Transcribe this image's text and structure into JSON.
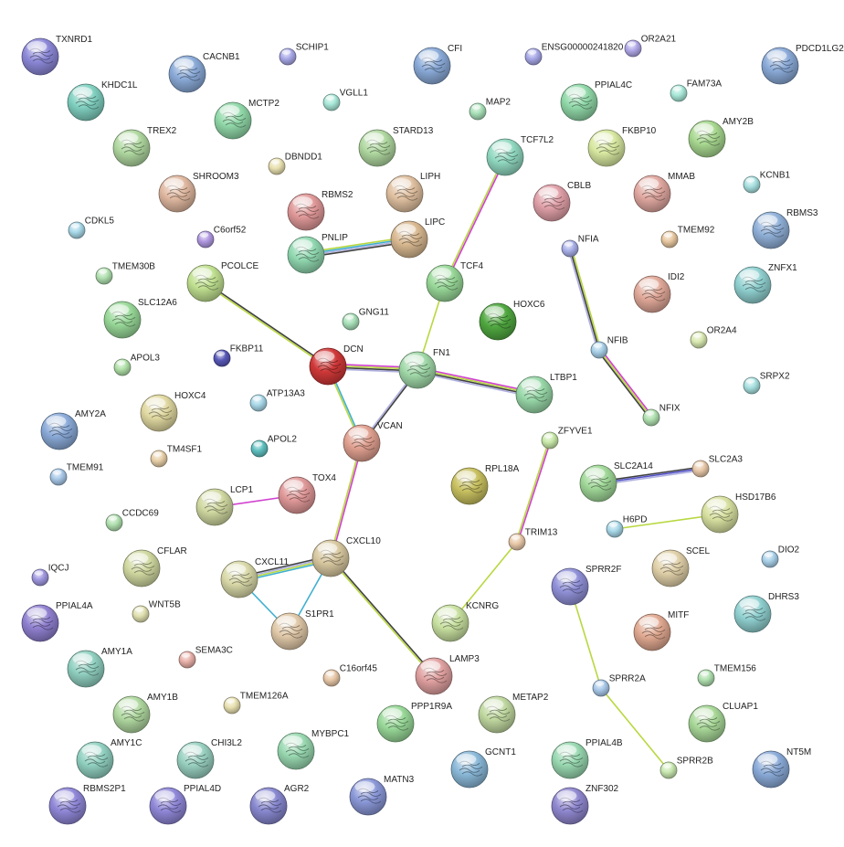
{
  "network": {
    "nodes": [
      {
        "id": "TXNRD1",
        "label": "TXNRD1",
        "color": "#8c88d8",
        "size": "large",
        "fill": "structure"
      },
      {
        "id": "CACNB1",
        "label": "CACNB1",
        "color": "#8aaad8",
        "size": "large",
        "fill": "structure"
      },
      {
        "id": "SCHIP1",
        "label": "SCHIP1",
        "color": "#a8a8e8",
        "size": "small",
        "fill": "plain"
      },
      {
        "id": "CFI",
        "label": "CFI",
        "color": "#8aaad8",
        "size": "large",
        "fill": "structure"
      },
      {
        "id": "ENSG00000241820",
        "label": "ENSG00000241820",
        "color": "#a8a8e8",
        "size": "small",
        "fill": "plain"
      },
      {
        "id": "OR2A21",
        "label": "OR2A21",
        "color": "#b0a8e8",
        "size": "small",
        "fill": "plain"
      },
      {
        "id": "PDCD1LG2",
        "label": "PDCD1LG2",
        "color": "#8aaad8",
        "size": "large",
        "fill": "structure"
      },
      {
        "id": "KHDC1L",
        "label": "KHDC1L",
        "color": "#80d0c0",
        "size": "large",
        "fill": "structure"
      },
      {
        "id": "MCTP2",
        "label": "MCTP2",
        "color": "#90d8a8",
        "size": "large",
        "fill": "structure"
      },
      {
        "id": "VGLL1",
        "label": "VGLL1",
        "color": "#a8e8d8",
        "size": "small",
        "fill": "plain"
      },
      {
        "id": "MAP2",
        "label": "MAP2",
        "color": "#a8e0b8",
        "size": "small",
        "fill": "plain"
      },
      {
        "id": "PPIAL4C",
        "label": "PPIAL4C",
        "color": "#90d8a8",
        "size": "large",
        "fill": "structure"
      },
      {
        "id": "FAM73A",
        "label": "FAM73A",
        "color": "#a8e8d8",
        "size": "small",
        "fill": "plain"
      },
      {
        "id": "TREX2",
        "label": "TREX2",
        "color": "#b0d8a0",
        "size": "large",
        "fill": "structure"
      },
      {
        "id": "STARD13",
        "label": "STARD13",
        "color": "#b0d8a0",
        "size": "large",
        "fill": "structure"
      },
      {
        "id": "TCF7L2",
        "label": "TCF7L2",
        "color": "#90d8c0",
        "size": "large",
        "fill": "structure"
      },
      {
        "id": "FKBP10",
        "label": "FKBP10",
        "color": "#d8e8a0",
        "size": "large",
        "fill": "structure"
      },
      {
        "id": "AMY2B",
        "label": "AMY2B",
        "color": "#a8d890",
        "size": "large",
        "fill": "structure"
      },
      {
        "id": "DBNDD1",
        "label": "DBNDD1",
        "color": "#e8e0b0",
        "size": "small",
        "fill": "plain"
      },
      {
        "id": "SHROOM3",
        "label": "SHROOM3",
        "color": "#e0b8a0",
        "size": "large",
        "fill": "structure"
      },
      {
        "id": "LIPH",
        "label": "LIPH",
        "color": "#e0c0a0",
        "size": "large",
        "fill": "structure"
      },
      {
        "id": "CBLB",
        "label": "CBLB",
        "color": "#e0a0a8",
        "size": "large",
        "fill": "structure"
      },
      {
        "id": "MMAB",
        "label": "MMAB",
        "color": "#e0a8a0",
        "size": "large",
        "fill": "structure"
      },
      {
        "id": "KCNB1",
        "label": "KCNB1",
        "color": "#a8e0e0",
        "size": "small",
        "fill": "plain"
      },
      {
        "id": "RBMS2",
        "label": "RBMS2",
        "color": "#e09898",
        "size": "large",
        "fill": "structure"
      },
      {
        "id": "CDKL5",
        "label": "CDKL5",
        "color": "#a8d8e8",
        "size": "small",
        "fill": "plain"
      },
      {
        "id": "C6orf52",
        "label": "C6orf52",
        "color": "#b098e0",
        "size": "small",
        "fill": "plain"
      },
      {
        "id": "PNLIP",
        "label": "PNLIP",
        "color": "#90d8b0",
        "size": "large",
        "fill": "structure"
      },
      {
        "id": "LIPC",
        "label": "LIPC",
        "color": "#d8b890",
        "size": "large",
        "fill": "structure"
      },
      {
        "id": "NFIA",
        "label": "NFIA",
        "color": "#a8b0e8",
        "size": "small",
        "fill": "plain"
      },
      {
        "id": "TMEM92",
        "label": "TMEM92",
        "color": "#e8c8a0",
        "size": "small",
        "fill": "plain"
      },
      {
        "id": "RBMS3",
        "label": "RBMS3",
        "color": "#90b0d8",
        "size": "large",
        "fill": "structure"
      },
      {
        "id": "TMEM30B",
        "label": "TMEM30B",
        "color": "#b0e0b0",
        "size": "small",
        "fill": "plain"
      },
      {
        "id": "PCOLCE",
        "label": "PCOLCE",
        "color": "#c0e090",
        "size": "large",
        "fill": "structure"
      },
      {
        "id": "TCF4",
        "label": "TCF4",
        "color": "#98d898",
        "size": "large",
        "fill": "structure"
      },
      {
        "id": "IDI2",
        "label": "IDI2",
        "color": "#e0a898",
        "size": "large",
        "fill": "structure"
      },
      {
        "id": "ZNFX1",
        "label": "ZNFX1",
        "color": "#90d0d0",
        "size": "large",
        "fill": "structure"
      },
      {
        "id": "SLC12A6",
        "label": "SLC12A6",
        "color": "#98d898",
        "size": "large",
        "fill": "structure"
      },
      {
        "id": "GNG11",
        "label": "GNG11",
        "color": "#a8e0b8",
        "size": "small",
        "fill": "plain"
      },
      {
        "id": "HOXC6",
        "label": "HOXC6",
        "color": "#50a840",
        "size": "large",
        "fill": "structure"
      },
      {
        "id": "OR2A4",
        "label": "OR2A4",
        "color": "#d8e8b0",
        "size": "small",
        "fill": "plain"
      },
      {
        "id": "APOL3",
        "label": "APOL3",
        "color": "#b0e0a8",
        "size": "small",
        "fill": "plain"
      },
      {
        "id": "FKBP11",
        "label": "FKBP11",
        "color": "#5858b8",
        "size": "small",
        "fill": "plain"
      },
      {
        "id": "DCN",
        "label": "DCN",
        "color": "#d03838",
        "size": "large",
        "fill": "structure"
      },
      {
        "id": "FN1",
        "label": "FN1",
        "color": "#a0d8a8",
        "size": "large",
        "fill": "structure"
      },
      {
        "id": "NFIB",
        "label": "NFIB",
        "color": "#a8d0e8",
        "size": "small",
        "fill": "plain"
      },
      {
        "id": "LTBP1",
        "label": "LTBP1",
        "color": "#98d8a8",
        "size": "large",
        "fill": "structure"
      },
      {
        "id": "SRPX2",
        "label": "SRPX2",
        "color": "#a8e0e0",
        "size": "small",
        "fill": "plain"
      },
      {
        "id": "AMY2A",
        "label": "AMY2A",
        "color": "#8aaad8",
        "size": "large",
        "fill": "structure"
      },
      {
        "id": "HOXC4",
        "label": "HOXC4",
        "color": "#e0d8a0",
        "size": "large",
        "fill": "structure"
      },
      {
        "id": "ATP13A3",
        "label": "ATP13A3",
        "color": "#a8d8e8",
        "size": "small",
        "fill": "plain"
      },
      {
        "id": "NFIX",
        "label": "NFIX",
        "color": "#b0e0b0",
        "size": "small",
        "fill": "plain"
      },
      {
        "id": "VCAN",
        "label": "VCAN",
        "color": "#e0a090",
        "size": "large",
        "fill": "structure"
      },
      {
        "id": "ZFYVE1",
        "label": "ZFYVE1",
        "color": "#c8e8a8",
        "size": "small",
        "fill": "plain"
      },
      {
        "id": "TM4SF1",
        "label": "TM4SF1",
        "color": "#e8d0a8",
        "size": "small",
        "fill": "plain"
      },
      {
        "id": "APOL2",
        "label": "APOL2",
        "color": "#60c0c0",
        "size": "small",
        "fill": "plain"
      },
      {
        "id": "TMEM91",
        "label": "TMEM91",
        "color": "#a8c8e8",
        "size": "small",
        "fill": "plain"
      },
      {
        "id": "RPL18A",
        "label": "RPL18A",
        "color": "#c8c060",
        "size": "large",
        "fill": "structure"
      },
      {
        "id": "SLC2A14",
        "label": "SLC2A14",
        "color": "#a0d898",
        "size": "large",
        "fill": "structure"
      },
      {
        "id": "SLC2A3",
        "label": "SLC2A3",
        "color": "#e8c8a8",
        "size": "small",
        "fill": "plain"
      },
      {
        "id": "LCP1",
        "label": "LCP1",
        "color": "#d0d8a0",
        "size": "large",
        "fill": "structure"
      },
      {
        "id": "TOX4",
        "label": "TOX4",
        "color": "#e09898",
        "size": "large",
        "fill": "structure"
      },
      {
        "id": "HSD17B6",
        "label": "HSD17B6",
        "color": "#d8e0a0",
        "size": "large",
        "fill": "structure"
      },
      {
        "id": "CCDC69",
        "label": "CCDC69",
        "color": "#b0e0b0",
        "size": "small",
        "fill": "plain"
      },
      {
        "id": "H6PD",
        "label": "H6PD",
        "color": "#a8d8e8",
        "size": "small",
        "fill": "plain"
      },
      {
        "id": "TRIM13",
        "label": "TRIM13",
        "color": "#e8c8a8",
        "size": "small",
        "fill": "plain"
      },
      {
        "id": "CXCL10",
        "label": "CXCL10",
        "color": "#d8c8a0",
        "size": "large",
        "fill": "structure"
      },
      {
        "id": "CFLAR",
        "label": "CFLAR",
        "color": "#d0d8a0",
        "size": "large",
        "fill": "structure"
      },
      {
        "id": "SCEL",
        "label": "SCEL",
        "color": "#e0d0a8",
        "size": "large",
        "fill": "structure"
      },
      {
        "id": "DIO2",
        "label": "DIO2",
        "color": "#a8d0e8",
        "size": "small",
        "fill": "plain"
      },
      {
        "id": "IQCJ",
        "label": "IQCJ",
        "color": "#a098e0",
        "size": "small",
        "fill": "plain"
      },
      {
        "id": "CXCL11",
        "label": "CXCL11",
        "color": "#d8d8a8",
        "size": "large",
        "fill": "structure"
      },
      {
        "id": "SPRR2F",
        "label": "SPRR2F",
        "color": "#9090d8",
        "size": "large",
        "fill": "structure"
      },
      {
        "id": "PPIAL4A",
        "label": "PPIAL4A",
        "color": "#9080d0",
        "size": "large",
        "fill": "structure"
      },
      {
        "id": "WNT5B",
        "label": "WNT5B",
        "color": "#e0e0b0",
        "size": "small",
        "fill": "plain"
      },
      {
        "id": "S1PR1",
        "label": "S1PR1",
        "color": "#e0c8a8",
        "size": "large",
        "fill": "structure"
      },
      {
        "id": "KCNRG",
        "label": "KCNRG",
        "color": "#c8e0a0",
        "size": "large",
        "fill": "structure"
      },
      {
        "id": "DHRS3",
        "label": "DHRS3",
        "color": "#90d0d0",
        "size": "large",
        "fill": "structure"
      },
      {
        "id": "MITF",
        "label": "MITF",
        "color": "#e0a890",
        "size": "large",
        "fill": "structure"
      },
      {
        "id": "AMY1A",
        "label": "AMY1A",
        "color": "#90d0c0",
        "size": "large",
        "fill": "structure"
      },
      {
        "id": "SEMA3C",
        "label": "SEMA3C",
        "color": "#e8b0a8",
        "size": "small",
        "fill": "plain"
      },
      {
        "id": "C16orf45",
        "label": "C16orf45",
        "color": "#e8c8a8",
        "size": "small",
        "fill": "plain"
      },
      {
        "id": "LAMP3",
        "label": "LAMP3",
        "color": "#e0a0a0",
        "size": "large",
        "fill": "structure"
      },
      {
        "id": "SPRR2A",
        "label": "SPRR2A",
        "color": "#a8c8e8",
        "size": "small",
        "fill": "plain"
      },
      {
        "id": "TMEM156",
        "label": "TMEM156",
        "color": "#b0e0b0",
        "size": "small",
        "fill": "plain"
      },
      {
        "id": "AMY1B",
        "label": "AMY1B",
        "color": "#b0d8a0",
        "size": "large",
        "fill": "structure"
      },
      {
        "id": "TMEM126A",
        "label": "TMEM126A",
        "color": "#e8e0b0",
        "size": "small",
        "fill": "plain"
      },
      {
        "id": "PPP1R9A",
        "label": "PPP1R9A",
        "color": "#98d898",
        "size": "large",
        "fill": "structure"
      },
      {
        "id": "METAP2",
        "label": "METAP2",
        "color": "#c0d8a0",
        "size": "large",
        "fill": "structure"
      },
      {
        "id": "CLUAP1",
        "label": "CLUAP1",
        "color": "#a8d898",
        "size": "large",
        "fill": "structure"
      },
      {
        "id": "MYBPC1",
        "label": "MYBPC1",
        "color": "#98d8b0",
        "size": "large",
        "fill": "structure"
      },
      {
        "id": "AMY1C",
        "label": "AMY1C",
        "color": "#90d0c0",
        "size": "large",
        "fill": "structure"
      },
      {
        "id": "CHI3L2",
        "label": "CHI3L2",
        "color": "#98d0c0",
        "size": "large",
        "fill": "structure"
      },
      {
        "id": "GCNT1",
        "label": "GCNT1",
        "color": "#8ab8d8",
        "size": "large",
        "fill": "structure"
      },
      {
        "id": "PPIAL4B",
        "label": "PPIAL4B",
        "color": "#98d8b0",
        "size": "large",
        "fill": "structure"
      },
      {
        "id": "SPRR2B",
        "label": "SPRR2B",
        "color": "#c8e8b0",
        "size": "small",
        "fill": "plain"
      },
      {
        "id": "NT5M",
        "label": "NT5M",
        "color": "#8aaad8",
        "size": "large",
        "fill": "structure"
      },
      {
        "id": "RBMS2P1",
        "label": "RBMS2P1",
        "color": "#9088d8",
        "size": "large",
        "fill": "structure"
      },
      {
        "id": "PPIAL4D",
        "label": "PPIAL4D",
        "color": "#9088d8",
        "size": "large",
        "fill": "structure"
      },
      {
        "id": "AGR2",
        "label": "AGR2",
        "color": "#8888d0",
        "size": "large",
        "fill": "structure"
      },
      {
        "id": "MATN3",
        "label": "MATN3",
        "color": "#8a98d8",
        "size": "large",
        "fill": "structure"
      },
      {
        "id": "ZNF302",
        "label": "ZNF302",
        "color": "#9088d0",
        "size": "large",
        "fill": "structure"
      }
    ],
    "edges": [
      {
        "source": "PNLIP",
        "target": "LIPC",
        "colors": [
          "#b8d840",
          "#40b0d0",
          "#b0b0e0",
          "#404040"
        ]
      },
      {
        "source": "TCF7L2",
        "target": "TCF4",
        "colors": [
          "#d040d0",
          "#b8d840"
        ]
      },
      {
        "source": "NFIA",
        "target": "NFIB",
        "colors": [
          "#b8d840",
          "#404040",
          "#b0b0e0"
        ]
      },
      {
        "source": "NFIB",
        "target": "NFIX",
        "colors": [
          "#d040d0",
          "#b8d840",
          "#404040"
        ]
      },
      {
        "source": "PCOLCE",
        "target": "DCN",
        "colors": [
          "#404040",
          "#b8d840"
        ]
      },
      {
        "source": "TCF4",
        "target": "FN1",
        "colors": [
          "#b8d840"
        ]
      },
      {
        "source": "DCN",
        "target": "FN1",
        "colors": [
          "#d040d0",
          "#b8d840",
          "#404040",
          "#b0b0e0"
        ]
      },
      {
        "source": "FN1",
        "target": "LTBP1",
        "colors": [
          "#d040d0",
          "#b8d840",
          "#404040",
          "#b0b0e0"
        ]
      },
      {
        "source": "DCN",
        "target": "VCAN",
        "colors": [
          "#40b0d0",
          "#b8d840"
        ]
      },
      {
        "source": "FN1",
        "target": "VCAN",
        "colors": [
          "#404040",
          "#b0b0e0"
        ]
      },
      {
        "source": "VCAN",
        "target": "CXCL10",
        "colors": [
          "#d040d0",
          "#b8d840"
        ]
      },
      {
        "source": "LCP1",
        "target": "TOX4",
        "colors": [
          "#d040d0"
        ]
      },
      {
        "source": "SLC2A14",
        "target": "SLC2A3",
        "colors": [
          "#404040",
          "#5050c8",
          "#b0b0e0"
        ]
      },
      {
        "source": "H6PD",
        "target": "HSD17B6",
        "colors": [
          "#b8d840"
        ]
      },
      {
        "source": "ZFYVE1",
        "target": "TRIM13",
        "colors": [
          "#d040d0",
          "#b8d840"
        ]
      },
      {
        "source": "TRIM13",
        "target": "KCNRG",
        "colors": [
          "#b8d840"
        ]
      },
      {
        "source": "CXCL11",
        "target": "CXCL10",
        "colors": [
          "#404040",
          "#b0b0e0",
          "#b8d840",
          "#40b0d0"
        ]
      },
      {
        "source": "CXCL11",
        "target": "S1PR1",
        "colors": [
          "#40b0d0"
        ]
      },
      {
        "source": "CXCL10",
        "target": "S1PR1",
        "colors": [
          "#40b0d0"
        ]
      },
      {
        "source": "CXCL10",
        "target": "LAMP3",
        "colors": [
          "#404040",
          "#b8d840"
        ]
      },
      {
        "source": "SPRR2F",
        "target": "SPRR2A",
        "colors": [
          "#b8d840"
        ]
      },
      {
        "source": "SPRR2A",
        "target": "SPRR2B",
        "colors": [
          "#b8d840"
        ]
      }
    ]
  }
}
